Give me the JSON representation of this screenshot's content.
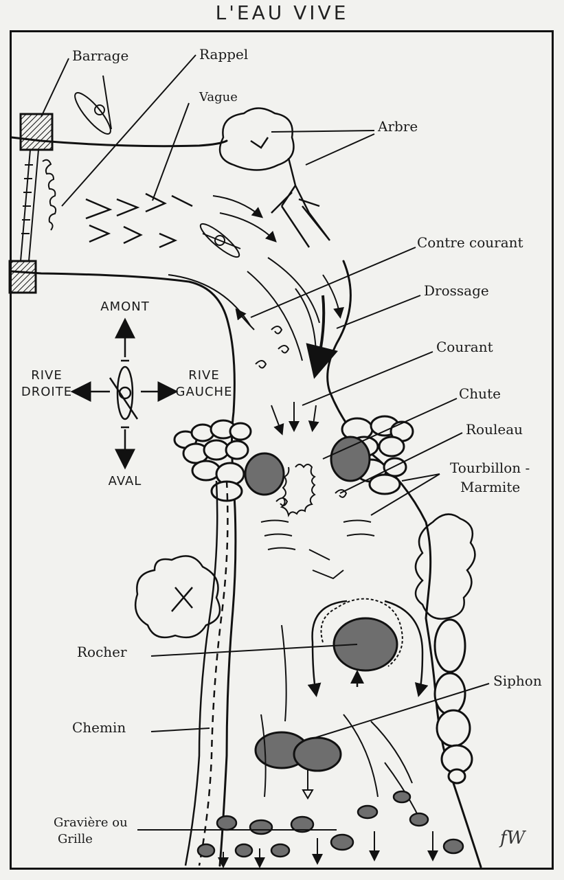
{
  "title": "L'EAU VIVE",
  "labels": {
    "barrage": "Barrage",
    "rappel": "Rappel",
    "vague": "Vague",
    "arbre": "Arbre",
    "contre_courant": "Contre courant",
    "drossage": "Drossage",
    "courant": "Courant",
    "chute": "Chute",
    "rouleau": "Rouleau",
    "tourbillon": "Tourbillon -",
    "marmite": "Marmite",
    "rocher": "Rocher",
    "siphon": "Siphon",
    "chemin": "Chemin",
    "graviere_line1": "Gravière ou",
    "graviere_line2": "Grille"
  },
  "compass": {
    "amont": "AMONT",
    "aval": "AVAL",
    "rive_droite_1": "RIVE",
    "rive_droite_2": "DROITE",
    "rive_gauche_1": "RIVE",
    "rive_gauche_2": "GAUCHE"
  },
  "signature": "fW",
  "colors": {
    "ink": "#111111",
    "paper": "#f2f2ef",
    "rock": "#6e6e6e"
  }
}
